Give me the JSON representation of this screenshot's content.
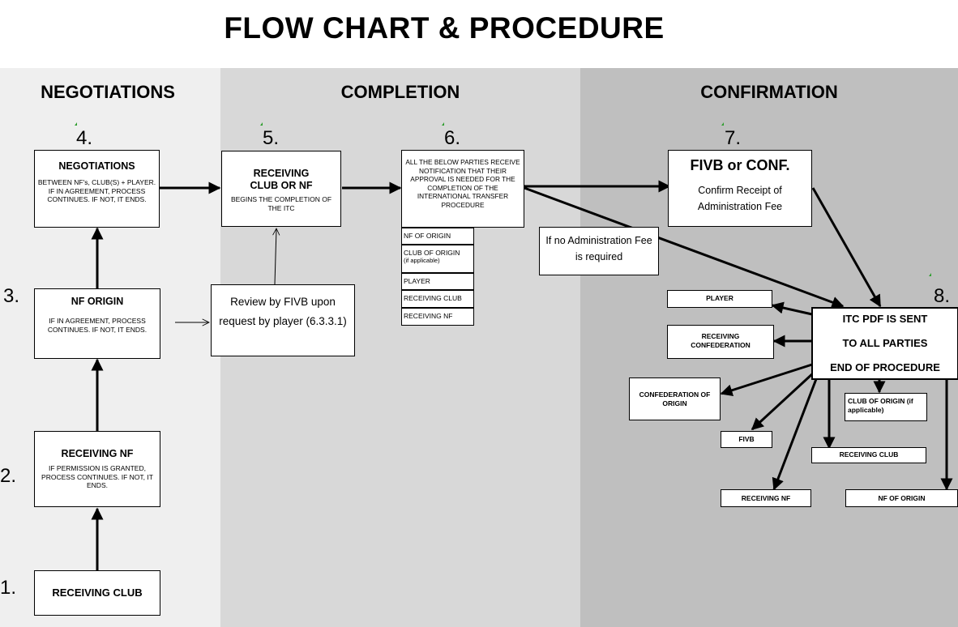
{
  "title": "FLOW CHART & PROCEDURE",
  "sections": {
    "negotiations": "NEGOTIATIONS",
    "completion": "COMPLETION",
    "confirmation": "CONFIRMATION"
  },
  "steps": {
    "s1": "1.",
    "s2": "2.",
    "s3": "3.",
    "s4": "4.",
    "s5": "5.",
    "s6": "6.",
    "s7": "7.",
    "s8": "8."
  },
  "receiving_club": {
    "title": "RECEIVING CLUB"
  },
  "receiving_nf": {
    "title": "RECEIVING NF",
    "desc": "IF PERMISSION IS GRANTED, PROCESS CONTINUES. IF NOT, IT ENDS."
  },
  "nf_origin": {
    "title": "NF ORIGIN",
    "desc": "IF IN AGREEMENT, PROCESS CONTINUES. IF NOT, IT ENDS."
  },
  "negotiations_box": {
    "title": "NEGOTIATIONS",
    "desc": "BETWEEN NF's, CLUB(S) + PLAYER. IF IN AGREEMENT, PROCESS CONTINUES. IF NOT, IT ENDS."
  },
  "receiving_club_nf": {
    "title": "RECEIVING CLUB OR NF",
    "desc": "BEGINS THE COMPLETION OF THE ITC"
  },
  "review_fivb": {
    "text": "Review by FIVB upon request by player (6.3.3.1)"
  },
  "notification": {
    "text": "ALL THE BELOW PARTIES RECEIVE NOTIFICATION THAT THEIR APPROVAL IS NEEDED FOR THE COMPLETION OF THE INTERNATIONAL TRANSFER PROCEDURE",
    "parties": [
      "NF OF ORIGIN",
      "CLUB OF ORIGIN",
      "PLAYER",
      "RECEIVING CLUB",
      "RECEIVING NF"
    ],
    "club_origin_note": "(if applicable)"
  },
  "no_fee": {
    "text": "If no Administration Fee is required"
  },
  "fivb_conf": {
    "title": "FIVB or CONF.",
    "desc": "Confirm Receipt of Administration Fee"
  },
  "itc": {
    "line1": "ITC PDF IS SENT",
    "line2": "TO ALL PARTIES",
    "line3": "END OF PROCEDURE"
  },
  "recipients": {
    "player": "PLAYER",
    "receiving_confederation": "RECEIVING CONFEDERATION",
    "confederation_origin": "CONFEDERATION OF ORIGIN",
    "fivb": "FIVB",
    "receiving_nf": "RECEIVING NF",
    "club_origin": "CLUB OF ORIGIN (if applicable)",
    "receiving_club": "RECEIVING CLUB",
    "nf_origin": "NF OF ORIGIN"
  }
}
